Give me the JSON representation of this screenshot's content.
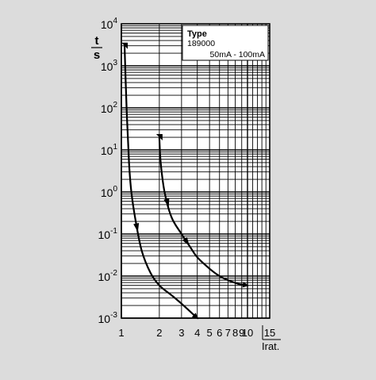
{
  "colors": {
    "background": "#dcdcdc",
    "plot_background": "#ffffff",
    "grid": "#000000",
    "curve": "#000000"
  },
  "chart_data": {
    "type": "line",
    "ylabel_top": "t",
    "ylabel_bottom": "s",
    "xlabel": "Irat.",
    "x_scale": "log",
    "y_scale": "log",
    "xlim": [
      1,
      15
    ],
    "ylim": [
      0.001,
      10000
    ],
    "grid": true,
    "legend": {
      "placement": "top-right",
      "title": "Type",
      "model": "189000",
      "range": "50mA - 100mA"
    },
    "y_ticks": [
      {
        "base": "10",
        "exp": "4",
        "value": 10000
      },
      {
        "base": "10",
        "exp": "3",
        "value": 1000
      },
      {
        "base": "10",
        "exp": "2",
        "value": 100
      },
      {
        "base": "10",
        "exp": "1",
        "value": 10
      },
      {
        "base": "10",
        "exp": "0",
        "value": 1
      },
      {
        "base": "10",
        "exp": "-1",
        "value": 0.1
      },
      {
        "base": "10",
        "exp": "-2",
        "value": 0.01
      },
      {
        "base": "10",
        "exp": "-3",
        "value": 0.001
      }
    ],
    "x_ticks": [
      {
        "label": "1",
        "value": 1
      },
      {
        "label": "2",
        "value": 2
      },
      {
        "label": "3",
        "value": 3
      },
      {
        "label": "4",
        "value": 4
      },
      {
        "label": "5",
        "value": 5
      },
      {
        "label": "6",
        "value": 6
      },
      {
        "label": "7",
        "value": 7
      },
      {
        "label": "8",
        "value": 8
      },
      {
        "label": "9",
        "value": 9
      },
      {
        "label": "10",
        "value": 10
      },
      {
        "label": "15",
        "value": 15
      }
    ],
    "series": [
      {
        "points": [
          {
            "x": 1.06,
            "y": 3000
          },
          {
            "x": 1.1,
            "y": 100
          },
          {
            "x": 1.15,
            "y": 5
          },
          {
            "x": 1.2,
            "y": 1
          },
          {
            "x": 1.3,
            "y": 0.2
          },
          {
            "x": 1.45,
            "y": 0.04
          },
          {
            "x": 1.7,
            "y": 0.012
          },
          {
            "x": 2.0,
            "y": 0.006
          },
          {
            "x": 2.5,
            "y": 0.0035
          },
          {
            "x": 3.0,
            "y": 0.0022
          },
          {
            "x": 4.0,
            "y": 0.001
          }
        ]
      },
      {
        "points": [
          {
            "x": 2.0,
            "y": 20
          },
          {
            "x": 2.05,
            "y": 5
          },
          {
            "x": 2.2,
            "y": 1
          },
          {
            "x": 2.5,
            "y": 0.25
          },
          {
            "x": 3.0,
            "y": 0.1
          },
          {
            "x": 3.5,
            "y": 0.05
          },
          {
            "x": 4.0,
            "y": 0.028
          },
          {
            "x": 5.0,
            "y": 0.015
          },
          {
            "x": 6.0,
            "y": 0.01
          },
          {
            "x": 7.0,
            "y": 0.008
          },
          {
            "x": 8.5,
            "y": 0.0065
          },
          {
            "x": 10.0,
            "y": 0.006
          }
        ]
      }
    ]
  }
}
